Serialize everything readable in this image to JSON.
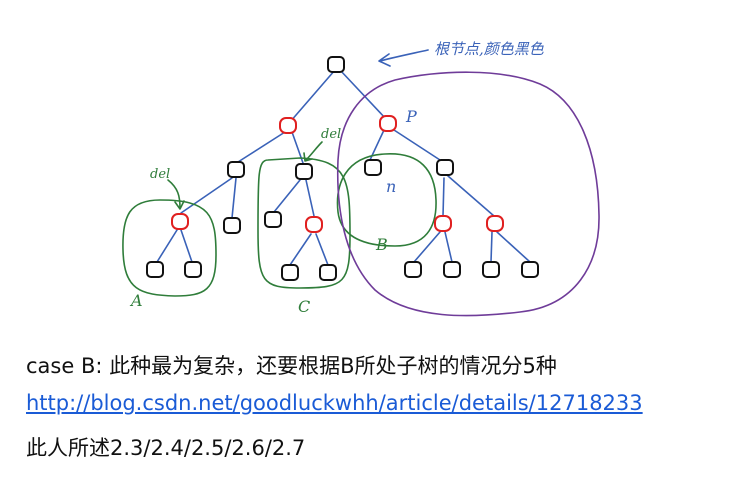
{
  "annotations": {
    "root_note": "根节点,颜色黑色",
    "del_a": "del",
    "del_c": "del",
    "p_label": "P",
    "n_label": "n",
    "box_a": "A",
    "box_b": "B",
    "box_c": "C"
  },
  "caption": {
    "line1": "case B: 此种最为复杂，还要根据B所处子树的情况分5种",
    "link": "http://blog.csdn.net/goodluckwhh/article/details/12718233",
    "line3": "此人所述2.3/2.4/2.5/2.6/2.7"
  },
  "colors": {
    "edge": "#3a62b8",
    "subtree_outline": "#2f7d3a",
    "region_outline": "#6f3c99",
    "red_node": "#e02020",
    "black_node": "#111111",
    "link": "#1a5bd6"
  }
}
